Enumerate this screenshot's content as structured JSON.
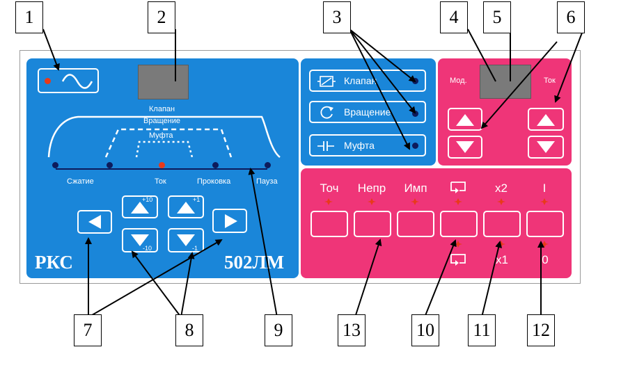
{
  "callouts": [
    "1",
    "2",
    "3",
    "4",
    "5",
    "6",
    "7",
    "8",
    "9",
    "10",
    "11",
    "12",
    "13"
  ],
  "brand": {
    "left": "РКС",
    "right": "502ЛМ"
  },
  "waveform": {
    "klapan": "Клапан",
    "vrashchenie": "Вращение",
    "mufta": "Муфта",
    "phases": [
      "Сжатие",
      "Ток",
      "Проковка",
      "Пауза"
    ]
  },
  "steps": {
    "plus10": "+10",
    "plus1": "+1",
    "minus10": "-10",
    "minus1": "-1"
  },
  "outputs": [
    "Клапан",
    "Вращение",
    "Муфта"
  ],
  "adjust": {
    "mod": "Мод.",
    "tok": "Ток"
  },
  "modes": {
    "top": [
      "Точ",
      "Непр",
      "Имп",
      "",
      "x2",
      "I"
    ],
    "bottom": [
      "",
      "",
      "",
      "",
      "x1",
      "0"
    ]
  },
  "colors": {
    "blue": "#1a86d9",
    "pink": "#ef3578",
    "led_red": "#e83a1a",
    "led_navy": "#0d1b5c"
  }
}
